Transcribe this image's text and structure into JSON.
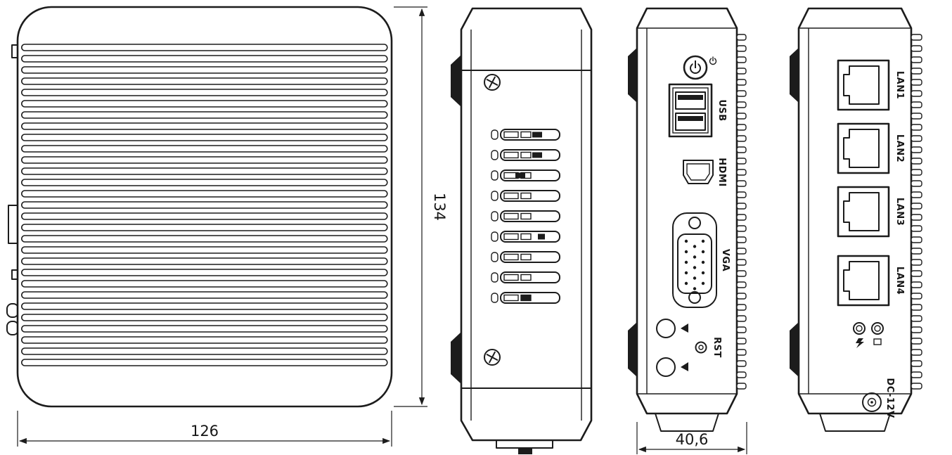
{
  "colors": {
    "ink": "#1c1c1c",
    "background": "#ffffff"
  },
  "dimensions": {
    "width_mm": "126",
    "height_mm": "134",
    "depth_mm": "40,6"
  },
  "ports": {
    "usb": "USB",
    "hdmi": "HDMI",
    "vga": "VGA",
    "rst": "RST",
    "lan1": "LAN1",
    "lan2": "LAN2",
    "lan3": "LAN3",
    "lan4": "LAN4",
    "dc_power": "DC-12V"
  }
}
